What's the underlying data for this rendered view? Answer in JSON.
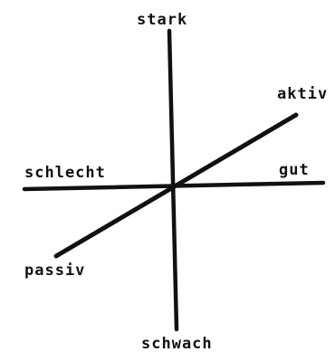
{
  "diagram": {
    "labels": {
      "top": "stark",
      "bottom": "schwach",
      "left": "schlecht",
      "right": "gut",
      "upper_right": "aktiv",
      "lower_left": "passiv"
    },
    "colors": {
      "line": "#111111",
      "text": "#111111",
      "background": "#ffffff"
    }
  }
}
